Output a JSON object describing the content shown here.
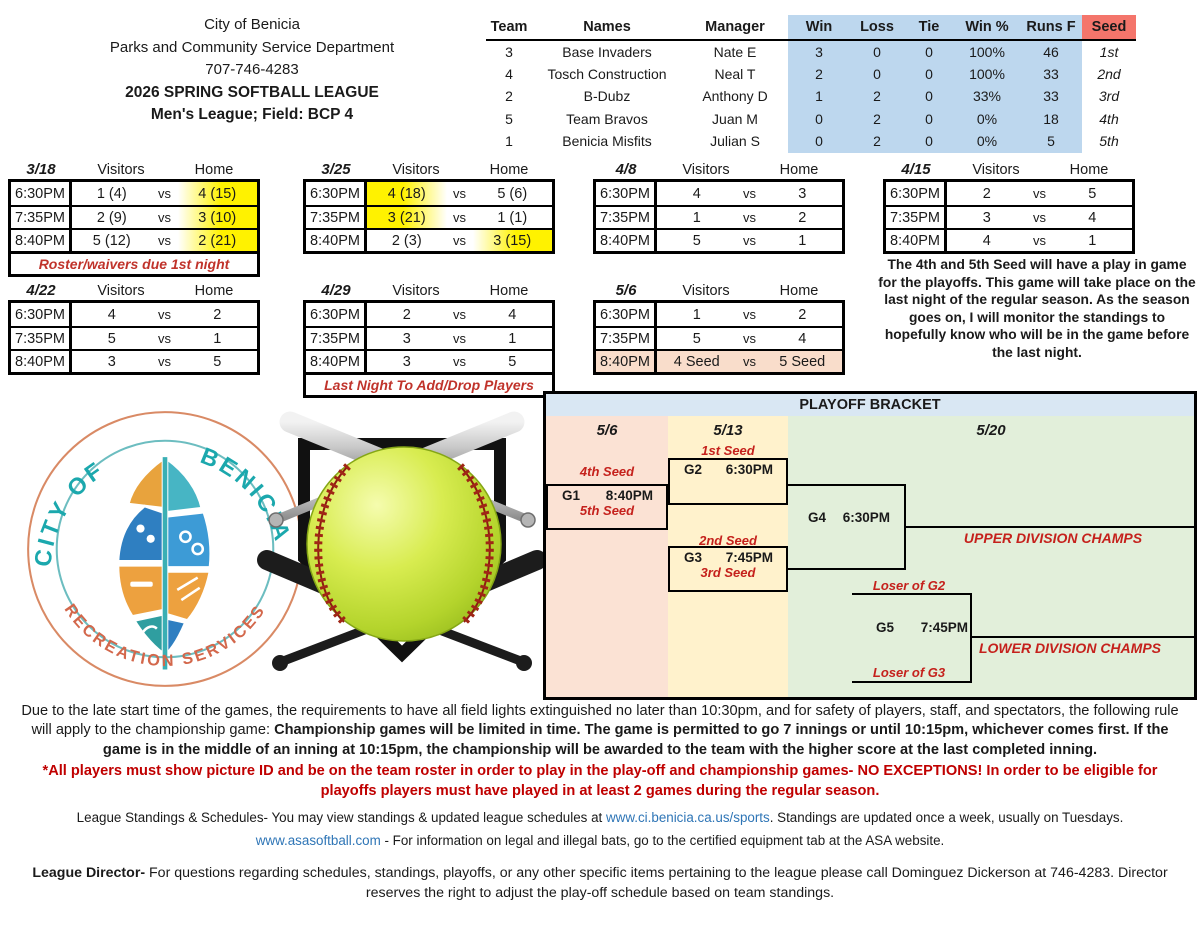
{
  "header": {
    "lines": [
      "City of Benicia",
      "Parks and Community Service Department",
      "707-746-4283",
      "2026 SPRING SOFTBALL LEAGUE",
      "Men's League; Field: BCP 4"
    ]
  },
  "standings": {
    "columns": [
      "Team",
      "Names",
      "Manager",
      "Win",
      "Loss",
      "Tie",
      "Win %",
      "Runs F",
      "Seed"
    ],
    "rows": [
      [
        "3",
        "Base Invaders",
        "Nate E",
        "3",
        "0",
        "0",
        "100%",
        "46",
        "1st"
      ],
      [
        "4",
        "Tosch Construction",
        "Neal T",
        "2",
        "0",
        "0",
        "100%",
        "33",
        "2nd"
      ],
      [
        "2",
        "B-Dubz",
        "Anthony D",
        "1",
        "2",
        "0",
        "33%",
        "33",
        "3rd"
      ],
      [
        "5",
        "Team Bravos",
        "Juan M",
        "0",
        "2",
        "0",
        "0%",
        "18",
        "4th"
      ],
      [
        "1",
        "Benicia Misfits",
        "Julian S",
        "0",
        "2",
        "0",
        "0%",
        "5",
        "5th"
      ]
    ]
  },
  "schedule": {
    "visitors_label": "Visitors",
    "home_label": "Home",
    "vs_label": "vs",
    "blocks": [
      {
        "date": "3/18",
        "games": [
          {
            "time": "6:30PM",
            "visitor": "1 (4)",
            "home": "4 (15)",
            "highlight": "home"
          },
          {
            "time": "7:35PM",
            "visitor": "2 (9)",
            "home": "3 (10)",
            "highlight": "home"
          },
          {
            "time": "8:40PM",
            "visitor": "5 (12)",
            "home": "2 (21)",
            "highlight": "home"
          }
        ],
        "note": "Roster/waivers due 1st night"
      },
      {
        "date": "3/25",
        "games": [
          {
            "time": "6:30PM",
            "visitor": "4 (18)",
            "home": "5 (6)",
            "highlight": "visitor"
          },
          {
            "time": "7:35PM",
            "visitor": "3 (21)",
            "home": "1 (1)",
            "highlight": "visitor"
          },
          {
            "time": "8:40PM",
            "visitor": "2 (3)",
            "home": "3 (15)",
            "highlight": "home"
          }
        ]
      },
      {
        "date": "4/8",
        "games": [
          {
            "time": "6:30PM",
            "visitor": "4",
            "home": "3"
          },
          {
            "time": "7:35PM",
            "visitor": "1",
            "home": "2"
          },
          {
            "time": "8:40PM",
            "visitor": "5",
            "home": "1"
          }
        ]
      },
      {
        "date": "4/15",
        "games": [
          {
            "time": "6:30PM",
            "visitor": "2",
            "home": "5"
          },
          {
            "time": "7:35PM",
            "visitor": "3",
            "home": "4"
          },
          {
            "time": "8:40PM",
            "visitor": "4",
            "home": "1"
          }
        ]
      },
      {
        "date": "4/22",
        "games": [
          {
            "time": "6:30PM",
            "visitor": "4",
            "home": "2"
          },
          {
            "time": "7:35PM",
            "visitor": "5",
            "home": "1"
          },
          {
            "time": "8:40PM",
            "visitor": "3",
            "home": "5"
          }
        ]
      },
      {
        "date": "4/29",
        "games": [
          {
            "time": "6:30PM",
            "visitor": "2",
            "home": "4"
          },
          {
            "time": "7:35PM",
            "visitor": "3",
            "home": "1"
          },
          {
            "time": "8:40PM",
            "visitor": "3",
            "home": "5"
          }
        ],
        "note": "Last Night To Add/Drop Players"
      },
      {
        "date": "5/6",
        "games": [
          {
            "time": "6:30PM",
            "visitor": "1",
            "home": "2"
          },
          {
            "time": "7:35PM",
            "visitor": "5",
            "home": "4"
          },
          {
            "time": "8:40PM",
            "visitor": "4 Seed",
            "home": "5 Seed",
            "playin": true
          }
        ]
      }
    ]
  },
  "play_in_note": "The 4th and 5th Seed will have a play in game for the playoffs. This game will take place on the last night of the regular season. As the season goes on, I will monitor the standings to hopefully know who will be in the game before the last night.",
  "bracket": {
    "title": "PLAYOFF BRACKET",
    "dates": [
      "5/6",
      "5/13",
      "5/20"
    ],
    "g1": {
      "label": "G1",
      "time": "8:40PM",
      "top_label": "4th Seed",
      "bottom_label": "5th Seed"
    },
    "g2": {
      "label": "G2",
      "time": "6:30PM",
      "top_label": "1st Seed"
    },
    "g3": {
      "label": "G3",
      "time": "7:45PM",
      "top_label": "2nd Seed",
      "bottom_label": "3rd Seed"
    },
    "g4": {
      "label": "G4",
      "time": "6:30PM",
      "result": "UPPER DIVISION CHAMPS"
    },
    "g5": {
      "label": "G5",
      "time": "7:45PM",
      "top_label": "Loser of G2",
      "bottom_label": "Loser of G3",
      "result": "LOWER DIVISION CHAMPS"
    }
  },
  "footer": {
    "rule_intro": "Due to the late start time of the games, the requirements to have all field lights extinguished no later than 10:30pm, and for safety of players, staff, and spectators, the following rule will apply to the championship game:  ",
    "rule_bold": "Championship games will be limited in time. The game is permitted to go 7 innings or until 10:15pm, whichever comes first.  If the game is in the middle of an inning at 10:15pm, the championship will be awarded to the team with the higher score at the last completed inning.",
    "id_rule": "*All players must show picture ID and be on the team roster in order to play in the play-off and championship games- NO EXCEPTIONS!  In order to be eligible for playoffs players must have played in at least 2 games during the regular season.",
    "standings_pre": "League Standings & Schedules- You may view standings & updated league schedules at ",
    "standings_link": "www.ci.benicia.ca.us/sports",
    "standings_post": ".  Standings are updated once a week, usually on Tuesdays.",
    "asa_link": "www.asasoftball.com",
    "asa_text": " - For information on legal and illegal bats, go to the certified equipment tab at the ASA website.",
    "director_label": "League Director-",
    "director_text": " For questions regarding schedules, standings, playoffs, or any other specific items pertaining to the league please call Dominguez Dickerson at 746-4283.  Director reserves the right to adjust the play-off schedule based on team standings."
  },
  "logo": {
    "arc_top_left": "CITY OF",
    "arc_top_right": "BENICIA",
    "arc_bottom": "RECREATION SERVICES"
  },
  "colors": {
    "standings_blue": "#bdd7ee",
    "seed_red": "#f4756b",
    "bracket_band_blue": "#d9e7f3",
    "bracket_pink": "#fbe2d4",
    "bracket_cream": "#fff2cc",
    "bracket_green": "#e2efda",
    "highlight_yellow": "#fff200",
    "note_red": "#c0332b",
    "footer_red": "#c00000",
    "link_blue": "#2e75b6"
  }
}
